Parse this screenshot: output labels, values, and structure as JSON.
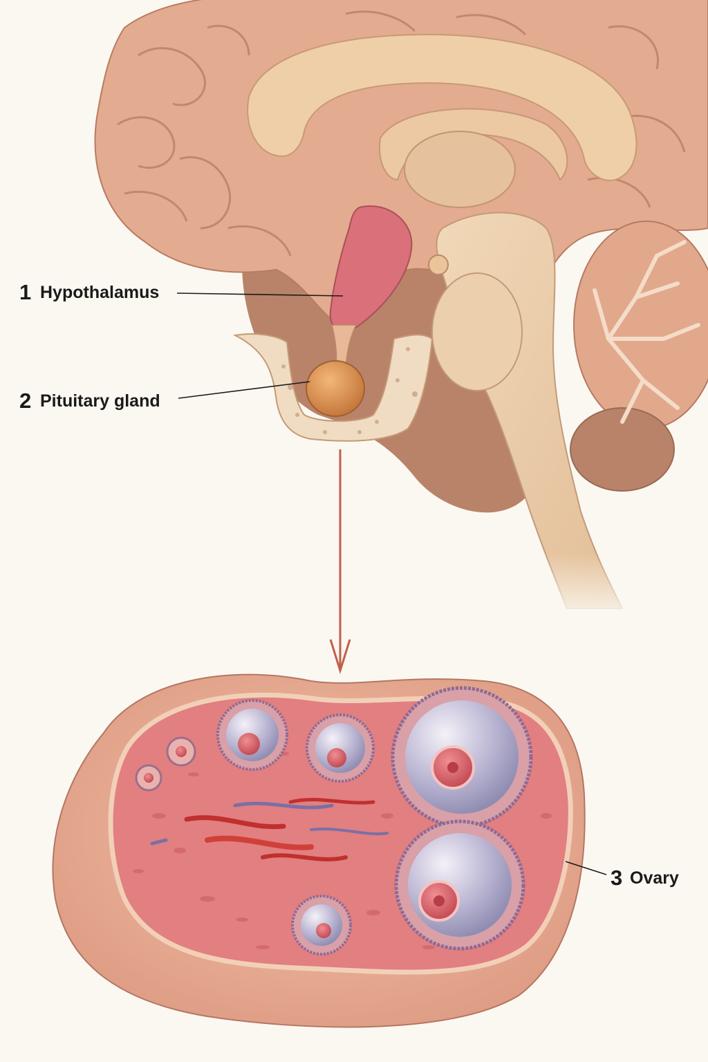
{
  "labels": [
    {
      "id": "hypothalamus",
      "number": "1",
      "text": "Hypothalamus"
    },
    {
      "id": "pituitary",
      "number": "2",
      "text": "Pituitary gland"
    },
    {
      "id": "ovary",
      "number": "3",
      "text": "Ovary"
    }
  ],
  "colors": {
    "background": "#fbf8f1",
    "cortex": "#e3ab8f",
    "white_matter": "#edcfae",
    "hypothalamus": "#d9707a",
    "pituitary": "#d48c4d",
    "bone": "#f0dcc2",
    "arrow": "#c25e4c",
    "ovary_outer": "#e8ac94",
    "ovary_stroma": "#e27f80",
    "follicle": "#b5b3cf",
    "oocyte": "#d25860"
  }
}
